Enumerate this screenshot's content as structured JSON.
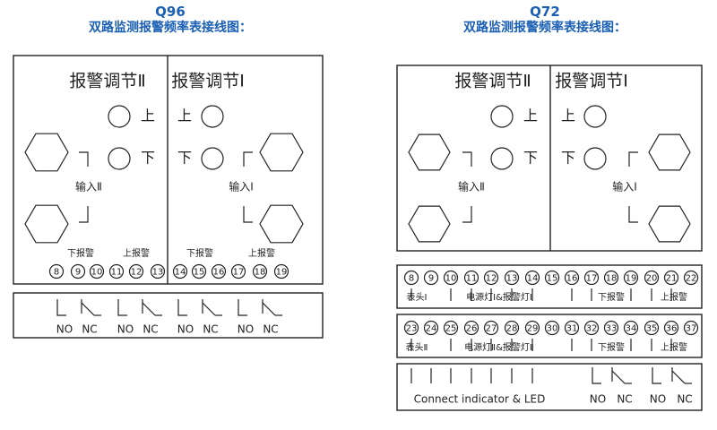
{
  "q96": {
    "model": "Q96",
    "subtitle": "双路监测报警频率表接线图：",
    "panel_left_title": "报警调节Ⅱ",
    "panel_right_title": "报警调节Ⅰ",
    "up_char": "上",
    "down_char": "下",
    "input_left": "输入Ⅱ",
    "input_right": "输入Ⅰ",
    "lower_alarm": "下报警",
    "upper_alarm": "上报警",
    "terminals": [
      "8",
      "9",
      "10",
      "11",
      "12",
      "13",
      "14",
      "15",
      "16",
      "17",
      "18",
      "19"
    ],
    "relay_labels": [
      "NO",
      "NC",
      "NO",
      "NC",
      "NO",
      "NC",
      "NO",
      "NC"
    ]
  },
  "q72": {
    "model": "Q72",
    "subtitle": "双路监测报警频率表接线图：",
    "panel_left_title": "报警调节Ⅱ",
    "panel_right_title": "报警调节Ⅰ",
    "up_char": "上",
    "down_char": "下",
    "input_left": "输入Ⅱ",
    "input_right": "输入Ⅰ",
    "row1_terminals": [
      "8",
      "9",
      "10",
      "11",
      "12",
      "13",
      "14",
      "15",
      "16",
      "17",
      "18",
      "19",
      "20",
      "21",
      "22"
    ],
    "row1_labels": [
      "表头Ⅰ",
      "电源灯Ⅰ&报警灯Ⅰ",
      "下报警",
      "上报警"
    ],
    "row2_terminals": [
      "23",
      "24",
      "25",
      "26",
      "27",
      "28",
      "29",
      "30",
      "31",
      "32",
      "33",
      "34",
      "35",
      "36",
      "37"
    ],
    "row2_labels": [
      "表头Ⅱ",
      "电源灯Ⅱ&报警灯Ⅱ",
      "下报警",
      "上报警"
    ],
    "bottom_label": "Connect indicator & LED",
    "relay_labels": [
      "NO",
      "NC",
      "NO",
      "NC"
    ]
  },
  "colors": {
    "heading": "#1a5fb4",
    "line": "#222222"
  }
}
